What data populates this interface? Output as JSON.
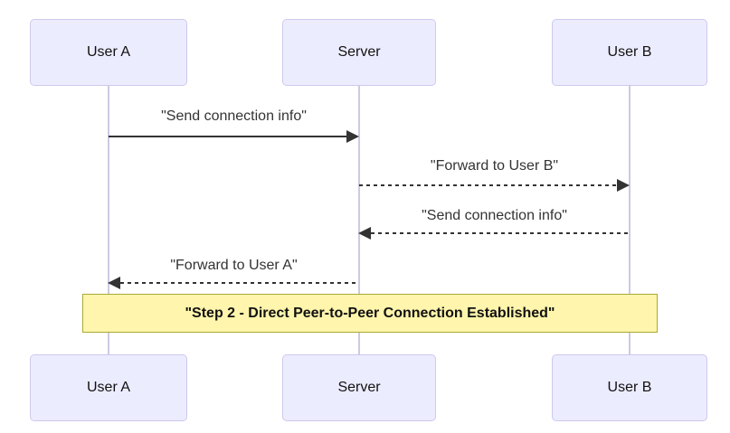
{
  "diagram": {
    "type": "sequence-diagram",
    "background": "#FFFFFF",
    "colors": {
      "actor_fill": "#ECECFF",
      "actor_border": "#CFC8EC",
      "lifeline": "#CFC9E2",
      "message": "#333333",
      "note_fill": "#FFF5AD",
      "note_border": "#AAAA33"
    },
    "actors": [
      {
        "id": "user-a",
        "label": "User A"
      },
      {
        "id": "server",
        "label": "Server"
      },
      {
        "id": "user-b",
        "label": "User B"
      }
    ],
    "messages": [
      {
        "from": "User A",
        "to": "Server",
        "style": "solid",
        "label": "\"Send connection info\""
      },
      {
        "from": "Server",
        "to": "User B",
        "style": "dashed",
        "label": "\"Forward to User B\""
      },
      {
        "from": "User B",
        "to": "Server",
        "style": "dashed",
        "label": "\"Send connection info\""
      },
      {
        "from": "Server",
        "to": "User A",
        "style": "dashed",
        "label": "\"Forward to User A\""
      }
    ],
    "note": {
      "over": "User A, User B",
      "label": "\"Step 2 - Direct Peer-to-Peer Connection Established\""
    }
  }
}
